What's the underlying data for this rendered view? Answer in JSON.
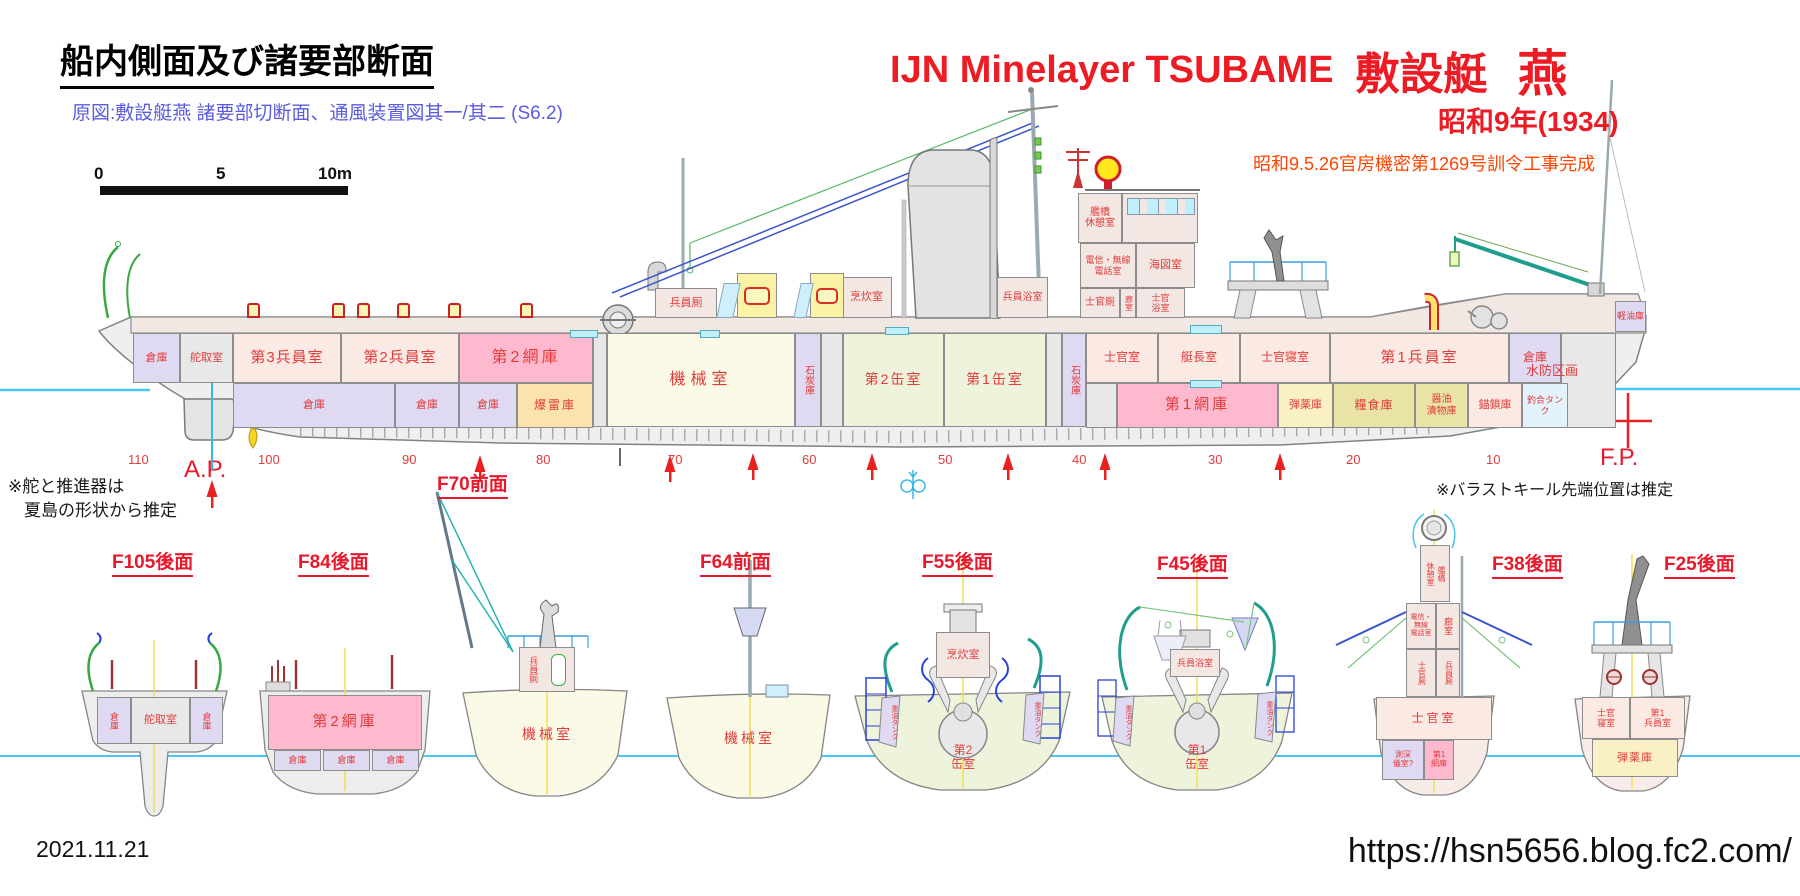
{
  "header": {
    "title": "船内側面及び諸要部断面",
    "subtitle": "原図:敷設艇燕 諸要部切断面、通風装置図其一/其二 (S6.2)",
    "ship_en": "IJN Minelayer TSUBAME",
    "ship_type_jp": "敷設艇",
    "ship_name_jp": "燕",
    "year": "昭和9年(1934)",
    "completion_note": "昭和9.5.26官房機密第1269号訓令工事完成"
  },
  "scale_bar": {
    "zero": "0",
    "five": "5",
    "ten": "10m"
  },
  "profile": {
    "upper": [
      "倉庫",
      "舵取室",
      "第3兵員室",
      "第2兵員室",
      "第2網庫",
      "機械室",
      "石炭庫",
      "第2缶室",
      "第1缶室",
      "石炭庫",
      "士官室",
      "艇長室",
      "士官寝室",
      "第1兵員室",
      "倉庫",
      "水防区画"
    ],
    "lower": [
      "倉庫",
      "倉庫",
      "倉庫",
      "爆雷庫",
      "第1網庫",
      "弾薬庫",
      "糧食庫",
      "醤油\n漬物庫",
      "錨鎖庫",
      "釣合タンク",
      "軽油庫"
    ],
    "super": [
      "兵員厠",
      "烹炊室",
      "兵員浴室",
      "電信・無線\n電話室",
      "海図室",
      "艦橋\n休憩室",
      "士官厠",
      "廊室",
      "士官\n浴室"
    ],
    "frames": [
      "110",
      "100",
      "90",
      "80",
      "70",
      "60",
      "50",
      "40",
      "30",
      "20",
      "10"
    ],
    "ap": "A.P.",
    "fp": "F.P."
  },
  "notes": {
    "rudder_1": "※舵と推進器は",
    "rudder_2": "夏島の形状から推定",
    "ballast": "※バラストキール先端位置は推定"
  },
  "sections": [
    {
      "title": "F105後面",
      "r1": "倉庫",
      "r2": "舵取室",
      "r3": "倉庫"
    },
    {
      "title": "F84後面",
      "r1": "第2網庫",
      "r2": "倉庫",
      "r3": "倉庫",
      "r4": "倉庫"
    },
    {
      "title": "F70前面",
      "r1": "兵員厠",
      "r2": "機械室"
    },
    {
      "title": "F64前面",
      "r1": "機械室"
    },
    {
      "title": "F55後面",
      "r1": "烹炊室",
      "r2": "第2\n缶室",
      "t": "重油タンク"
    },
    {
      "title": "F45後面",
      "r1": "兵員浴室",
      "r2": "第1\n缶室",
      "t": "重油タンク"
    },
    {
      "title": "F38後面",
      "r1": "艦橋",
      "r2": "休憩室",
      "r3": "電信・\n無線\n電話室",
      "r4": "廊室",
      "r5": "士官厠",
      "r6": "兵員厠",
      "r7": "士官室",
      "r8": "測深\n儀室?",
      "r9": "第1\n網庫"
    },
    {
      "title": "F25後面",
      "r1": "士官\n寝室",
      "r2": "第1\n兵員室",
      "r3": "弾薬庫"
    }
  ],
  "footer": {
    "date": "2021.11.21",
    "url": "https://hsn5656.blog.fc2.com/"
  },
  "palette": {
    "label_red": "#e23b3b",
    "title_red": "#ed1c24",
    "note_orange": "#ff4400",
    "subtitle_blue": "#5b5be0",
    "waterline_cyan": "#45c8f5",
    "net_room_pink": "#ffb9cf",
    "storage_lavender": "#dfdaf2",
    "boiler_green": "#eef3dc",
    "machinery_cream": "#fbfae6"
  }
}
